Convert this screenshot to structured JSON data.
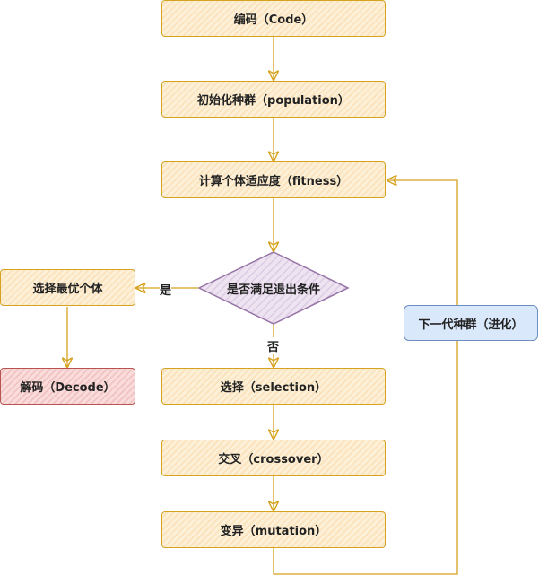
{
  "nodes": {
    "code": "编码（Code）",
    "population": "初始化种群（population）",
    "fitness": "计算个体适应度（fitness）",
    "condition": "是否满足退出条件",
    "select_best": "选择最优个体",
    "decode": "解码（Decode）",
    "selection": "选择（selection）",
    "crossover": "交叉（crossover）",
    "mutation": "变异（mutation）",
    "next_gen": "下一代种群（进化）"
  },
  "edges": {
    "yes_label": "是",
    "no_label": "否"
  },
  "colors": {
    "stroke_orange": "#d6a21f",
    "fill_orange": "#fdf0d8",
    "stroke_purple": "#9673a6",
    "fill_purple": "#e1d5e7",
    "stroke_red": "#b85450",
    "fill_blue": "#dae8fc",
    "edge": "#d6a21f"
  }
}
